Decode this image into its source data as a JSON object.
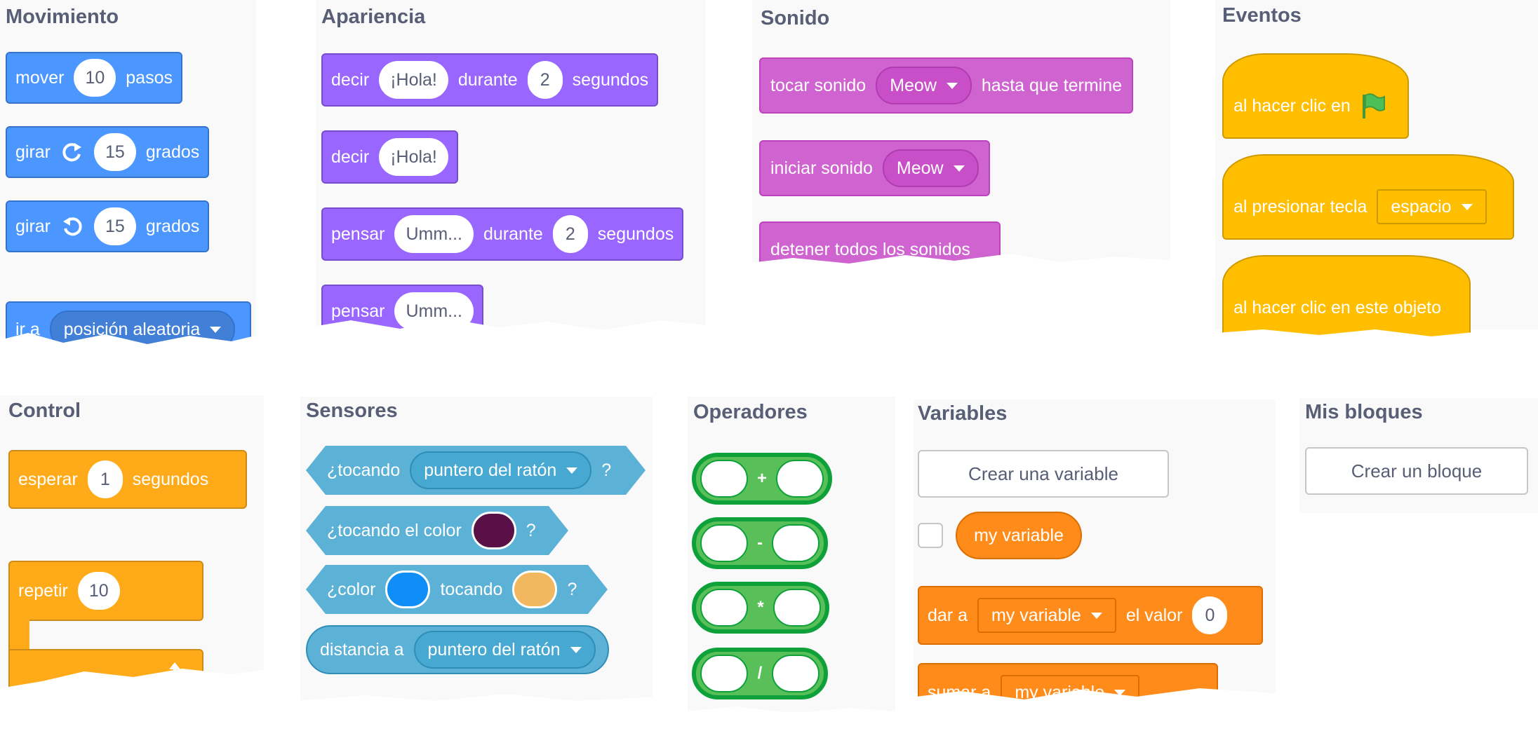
{
  "movimiento": {
    "title": "Movimiento",
    "move": {
      "t1": "mover",
      "v": "10",
      "t2": "pasos"
    },
    "turn_right": {
      "t1": "girar",
      "icon": "rotate-clockwise-icon",
      "v": "15",
      "t2": "grados"
    },
    "turn_left": {
      "t1": "girar",
      "icon": "rotate-counterclockwise-icon",
      "v": "15",
      "t2": "grados"
    },
    "goto": {
      "t1": "ir a",
      "dd": "posición aleatoria"
    }
  },
  "apariencia": {
    "title": "Apariencia",
    "say_for": {
      "t1": "decir",
      "v1": "¡Hola!",
      "t2": "durante",
      "v2": "2",
      "t3": "segundos"
    },
    "say": {
      "t1": "decir",
      "v1": "¡Hola!"
    },
    "think_for": {
      "t1": "pensar",
      "v1": "Umm...",
      "t2": "durante",
      "v2": "2",
      "t3": "segundos"
    },
    "think": {
      "t1": "pensar",
      "v1": "Umm..."
    }
  },
  "sonido": {
    "title": "Sonido",
    "play_until": {
      "t1": "tocar sonido",
      "dd": "Meow",
      "t2": "hasta que termine"
    },
    "start": {
      "t1": "iniciar sonido",
      "dd": "Meow"
    },
    "stop": {
      "t1": "detener todos los sonidos"
    }
  },
  "eventos": {
    "title": "Eventos",
    "flag": {
      "t1": "al hacer clic en",
      "icon": "green-flag-icon"
    },
    "key": {
      "t1": "al presionar tecla",
      "dd": "espacio"
    },
    "sprite": {
      "t1": "al hacer clic en este objeto"
    }
  },
  "control": {
    "title": "Control",
    "wait": {
      "t1": "esperar",
      "v": "1",
      "t2": "segundos"
    },
    "repeat": {
      "t1": "repetir",
      "v": "10",
      "icon": "loop-arrow-icon"
    }
  },
  "sensores": {
    "title": "Sensores",
    "touching": {
      "t1": "¿tocando",
      "dd": "puntero del ratón",
      "t2": "?"
    },
    "touching_color": {
      "t1": "¿tocando el color",
      "t2": "?",
      "color": "#5a0f46"
    },
    "color_touching": {
      "t1": "¿color",
      "t2": "tocando",
      "t3": "?",
      "color1": "#0f8ef8",
      "color2": "#f2b860"
    },
    "distance": {
      "t1": "distancia a",
      "dd": "puntero del ratón"
    }
  },
  "operadores": {
    "title": "Operadores",
    "ops": [
      "+",
      "-",
      "*",
      "/"
    ]
  },
  "variables": {
    "title": "Variables",
    "create_button": "Crear una variable",
    "var_name": "my variable",
    "set": {
      "t1": "dar a",
      "dd": "my variable",
      "t2": "el valor",
      "v": "0"
    },
    "change": {
      "t1": "sumar a",
      "dd": "my variable"
    }
  },
  "misbloques": {
    "title": "Mis bloques",
    "create_button": "Crear un bloque"
  },
  "colors": {
    "motion": "#4c97ff",
    "looks": "#9966ff",
    "sound": "#cf63cf",
    "events": "#ffbf00",
    "control": "#ffab19",
    "sensing": "#5cb1d6",
    "operators": "#59c059",
    "variables": "#ff8c1a"
  }
}
